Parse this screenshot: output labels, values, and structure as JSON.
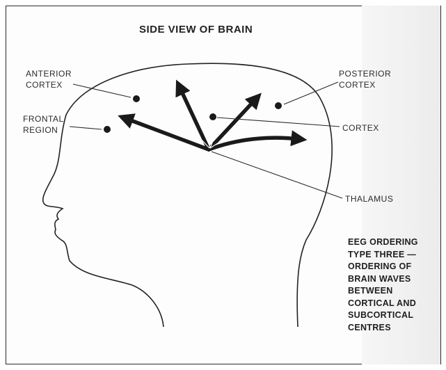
{
  "title": "SIDE VIEW OF BRAIN",
  "labels": {
    "anterior_cortex": [
      "ANTERIOR",
      "CORTEX"
    ],
    "frontal_region": [
      "FRONTAL",
      "REGION"
    ],
    "posterior_cortex": [
      "POSTERIOR",
      "CORTEX"
    ],
    "cortex": "CORTEX",
    "thalamus": "THALAMUS"
  },
  "caption_lines": [
    "EEG ORDERING",
    "TYPE THREE —",
    "ORDERING OF",
    "BRAIN WAVES",
    "BETWEEN",
    "CORTICAL AND",
    "SUBCORTICAL",
    "CENTRES"
  ],
  "colors": {
    "ink": "#1a1a1a",
    "outline": "#222222"
  }
}
